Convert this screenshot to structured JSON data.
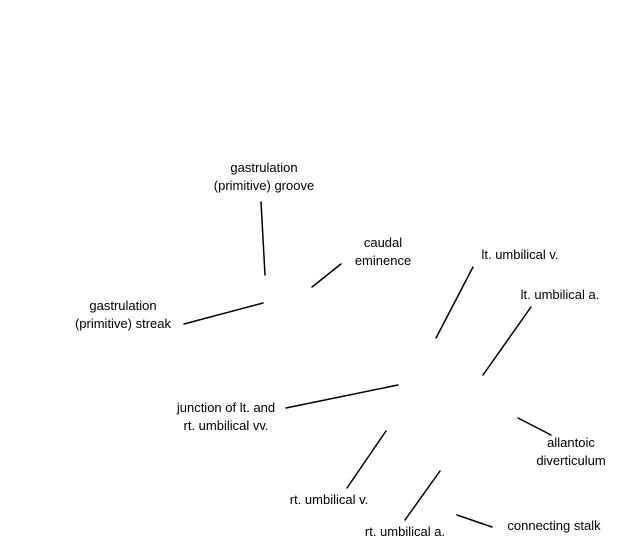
{
  "labels": {
    "gastrulation_groove": {
      "line1": "gastrulation",
      "line2": "(primitive) groove"
    },
    "caudal_eminence": {
      "line1": "caudal",
      "line2": "eminence"
    },
    "lt_umbilical_v": {
      "line1": "lt. umbilical v."
    },
    "lt_umbilical_a": {
      "line1": "lt. umbilical a."
    },
    "gastrulation_streak": {
      "line1": "gastrulation",
      "line2": "(primitive) streak"
    },
    "junction": {
      "line1": "junction of lt. and",
      "line2": "rt. umbilical vv."
    },
    "allantoic_diverticulum": {
      "line1": "allantoic",
      "line2": "diverticulum"
    },
    "rt_umbilical_v": {
      "line1": "rt. umbilical v."
    },
    "rt_umbilical_a": {
      "line1": "rt. umbilical a."
    },
    "connecting_stalk": {
      "line1": "connecting stalk"
    }
  }
}
